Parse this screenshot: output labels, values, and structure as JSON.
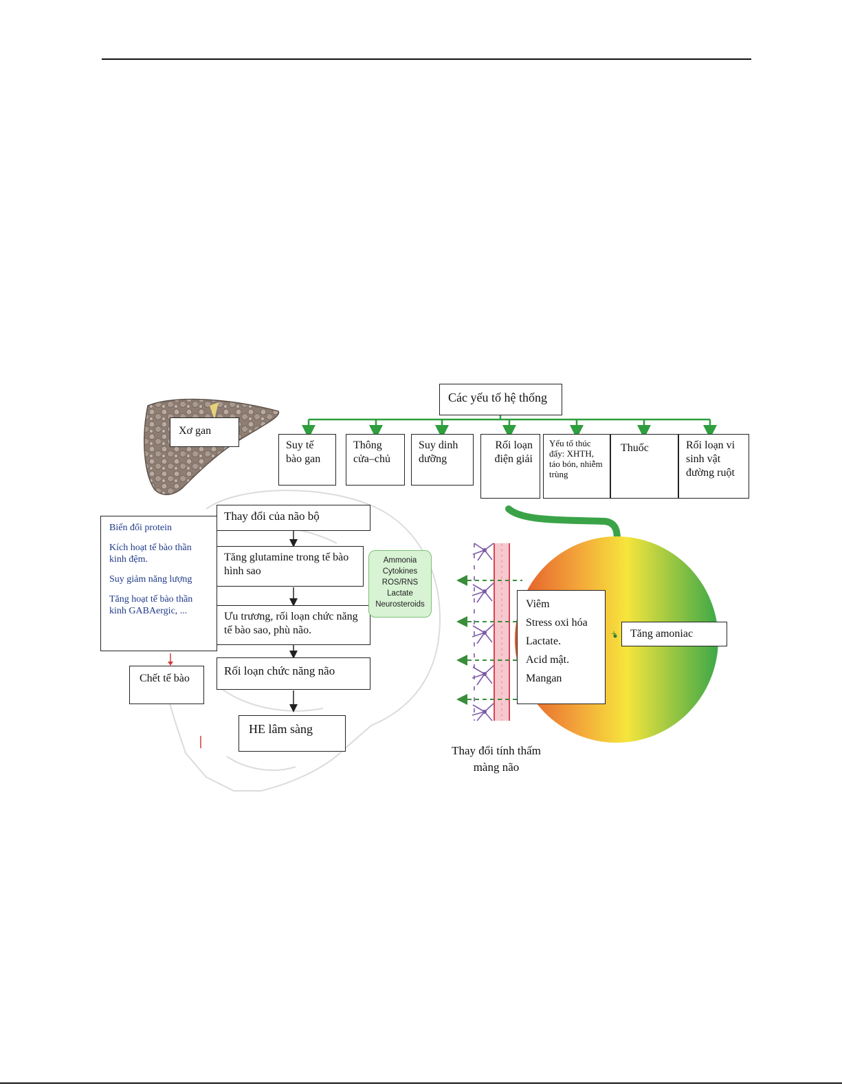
{
  "diagram": {
    "top_title": "Các yếu tố hệ thống",
    "liver_label": "Xơ gan",
    "factors": [
      "Suy tế bào gan",
      "Thông cửa–chủ",
      "Suy dinh dưỡng",
      "Rối loạn điện giải",
      "Yếu tố thúc đẩy: XHTH, táo bón, nhiễm trùng",
      "Thuốc",
      "Rối loạn vi sinh vật đường ruột"
    ],
    "brain_changes_list": [
      "Biến đổi protein",
      "Kích hoạt tế bào thần kinh đệm.",
      "Suy giảm năng lượng",
      "Tăng hoạt tế bào thần kinh GABAergic, ..."
    ],
    "flow_steps": [
      "Thay đổi của não bộ",
      "Tăng glutamine trong tế bào hình sao",
      "Ưu trương, rối loạn chức năng tế bào sao, phù não.",
      "Rối loạn chức năng não",
      "HE lâm sàng"
    ],
    "cell_death": "Chết tế bào",
    "mediators": [
      "Ammonia",
      "Cytokines",
      "ROS/RNS",
      "Lactate",
      "Neurosteroids"
    ],
    "systemic_list": [
      "Viêm",
      "Stress oxi hóa",
      "Lactate.",
      "Acid mật.",
      "Mangan"
    ],
    "ammonia_box": "Tăng amoniac",
    "plus_sign": "+",
    "bbb_caption": "Thay đổi tính thấm màng não",
    "colors": {
      "arrow_green": "#2e9e3e",
      "red_orb": "#e2572a",
      "yellow_orb": "#f5e33b",
      "green_orb": "#3faa4a",
      "liver": "#8a7a70"
    }
  }
}
